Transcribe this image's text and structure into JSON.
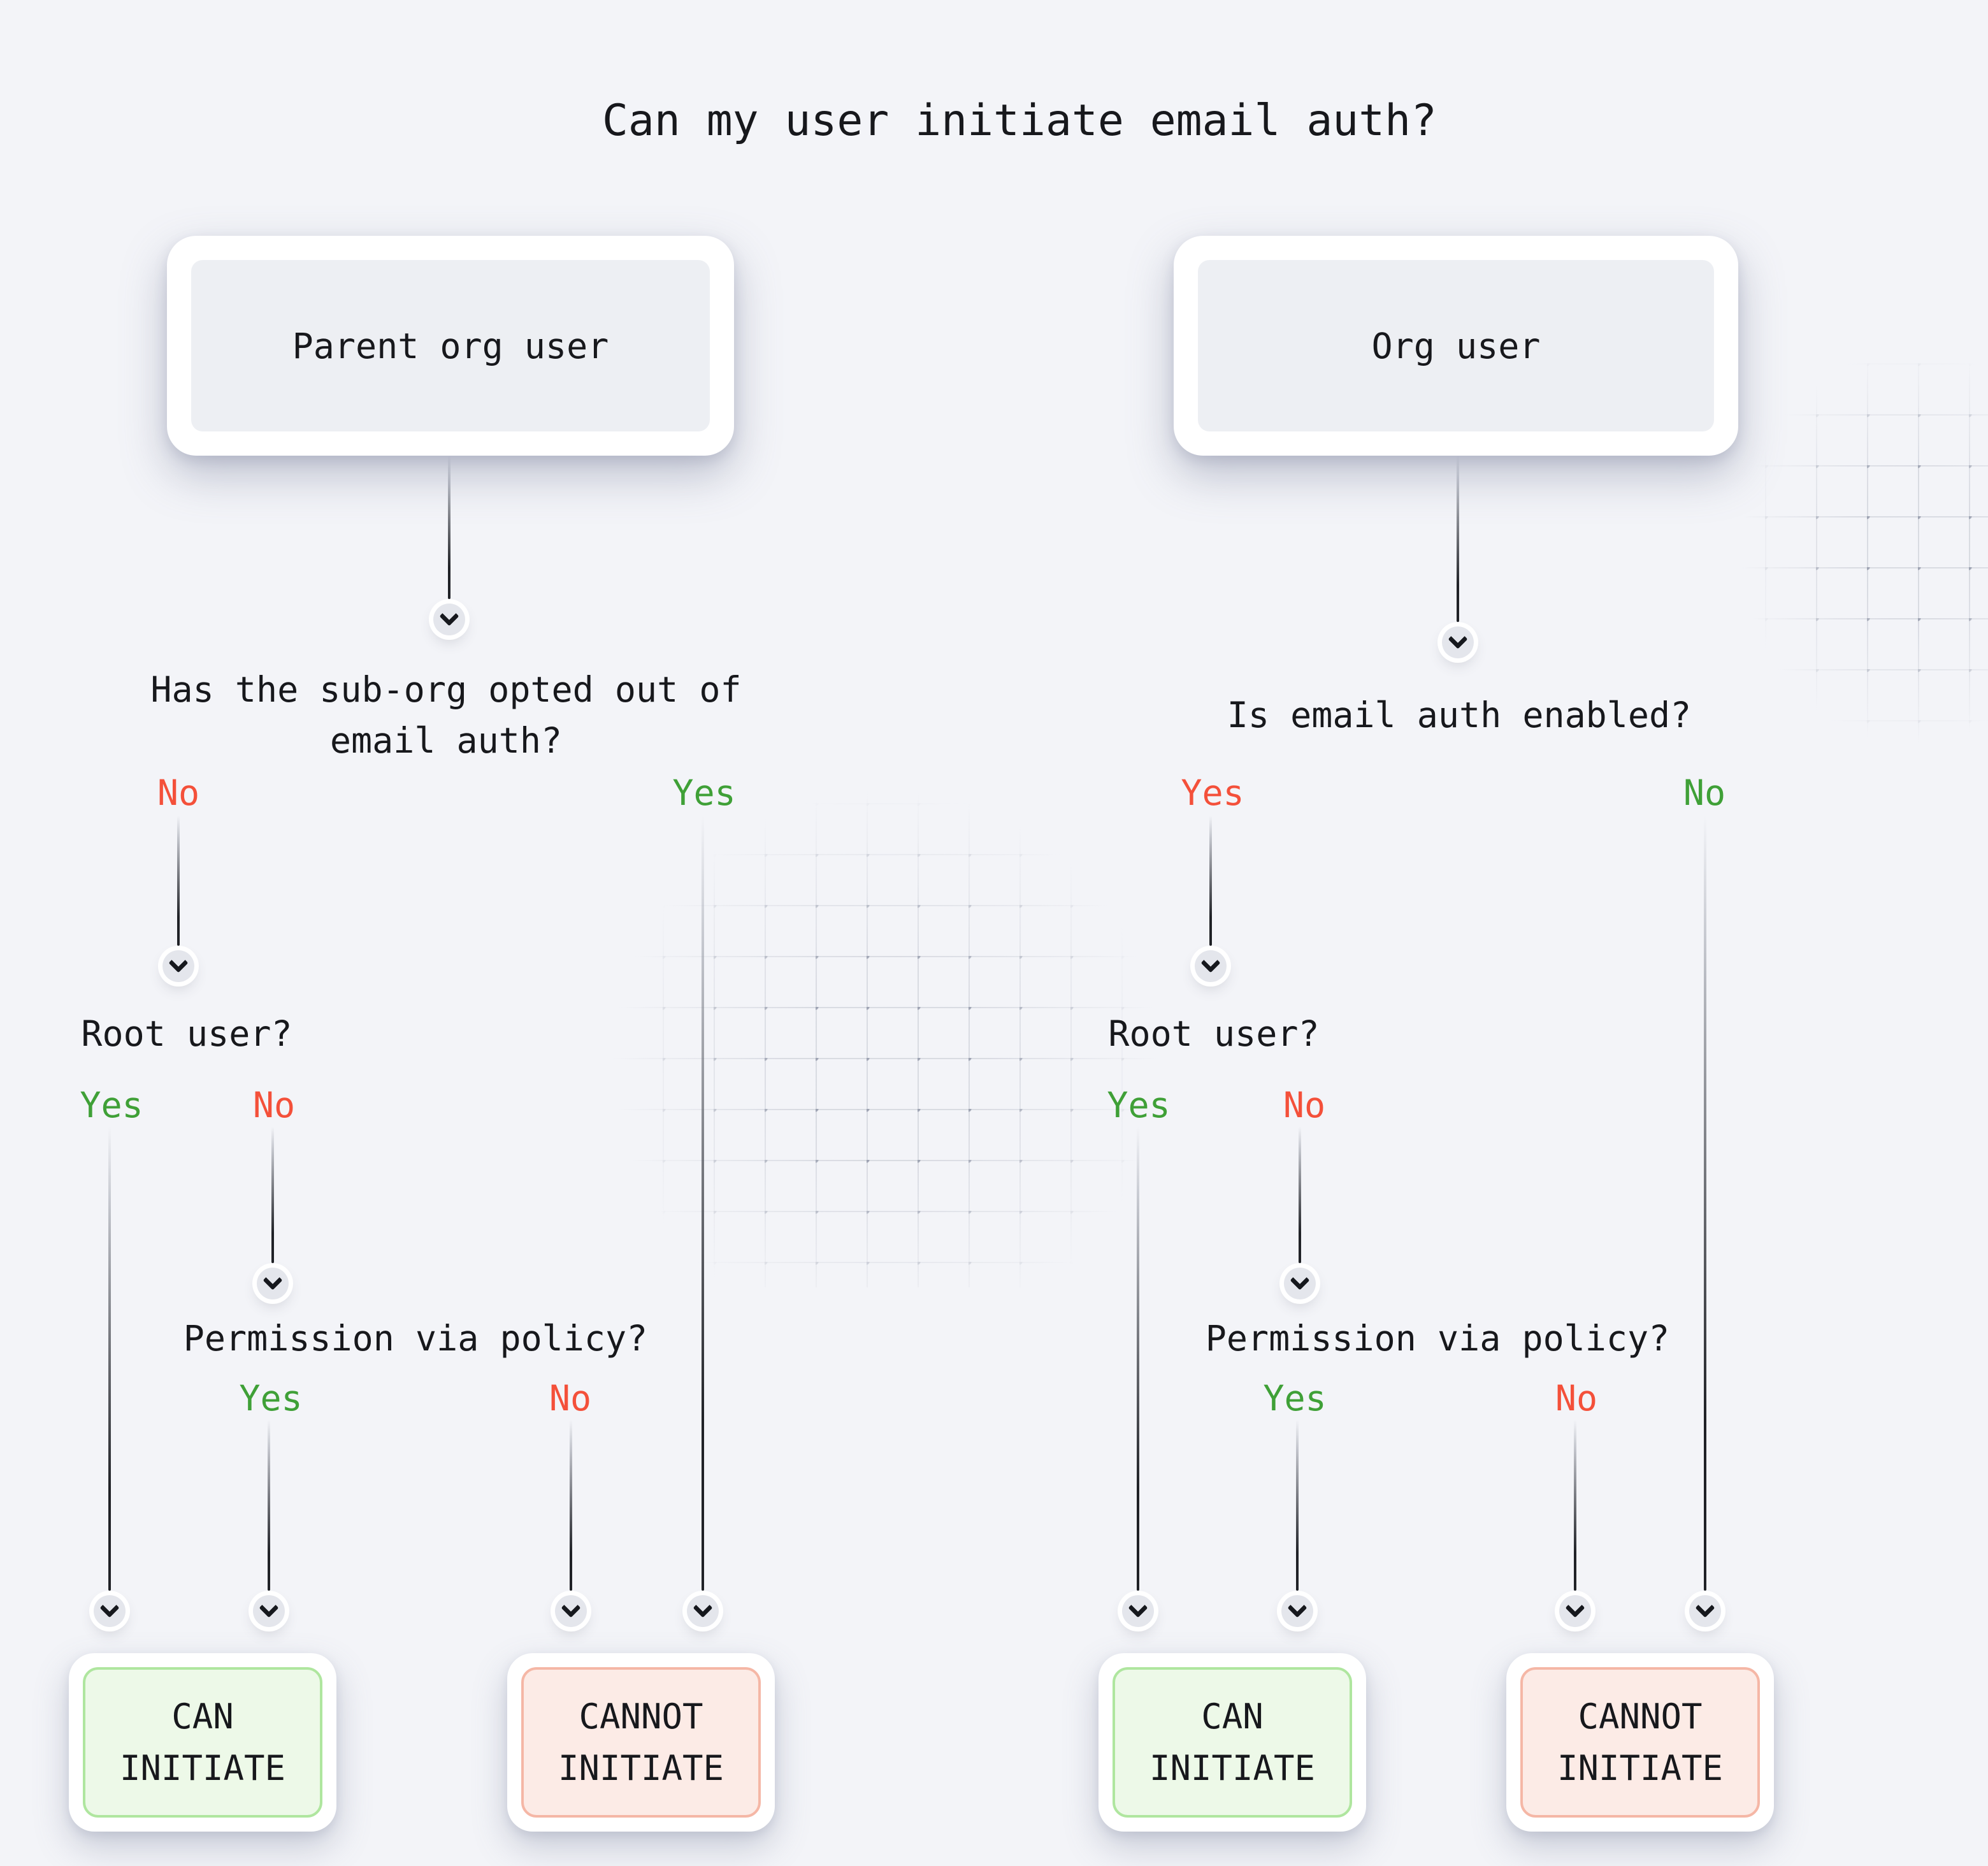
{
  "title": "Can my user initiate email auth?",
  "palette": {
    "yes_green": "#3FA037",
    "no_red": "#F4503A",
    "can_bg": "#EDF9E8",
    "can_border": "#AFE69F",
    "cannot_bg": "#FCEBE6",
    "cannot_border": "#F5B7A6"
  },
  "left_tree": {
    "root_label": "Parent org user",
    "q1": {
      "text": "Has the sub-org opted out of email auth?",
      "branches": [
        {
          "label": "No",
          "color": "#F4503A"
        },
        {
          "label": "Yes",
          "color": "#3FA037"
        }
      ]
    },
    "q2": {
      "text": "Root user?",
      "branches": [
        {
          "label": "Yes",
          "color": "#3FA037"
        },
        {
          "label": "No",
          "color": "#F4503A"
        }
      ]
    },
    "q3": {
      "text": "Permission via policy?",
      "branches": [
        {
          "label": "Yes",
          "color": "#3FA037"
        },
        {
          "label": "No",
          "color": "#F4503A"
        }
      ]
    },
    "outcome_can": "CAN INITIATE",
    "outcome_cannot": "CANNOT INITIATE"
  },
  "right_tree": {
    "root_label": "Org user",
    "q1": {
      "text": "Is email auth enabled?",
      "branches": [
        {
          "label": "Yes",
          "color": "#F4503A"
        },
        {
          "label": "No",
          "color": "#3FA037"
        }
      ]
    },
    "q2": {
      "text": "Root user?",
      "branches": [
        {
          "label": "Yes",
          "color": "#3FA037"
        },
        {
          "label": "No",
          "color": "#F4503A"
        }
      ]
    },
    "q3": {
      "text": "Permission via policy?",
      "branches": [
        {
          "label": "Yes",
          "color": "#3FA037"
        },
        {
          "label": "No",
          "color": "#F4503A"
        }
      ]
    },
    "outcome_can": "CAN INITIATE",
    "outcome_cannot": "CANNOT INITIATE"
  }
}
